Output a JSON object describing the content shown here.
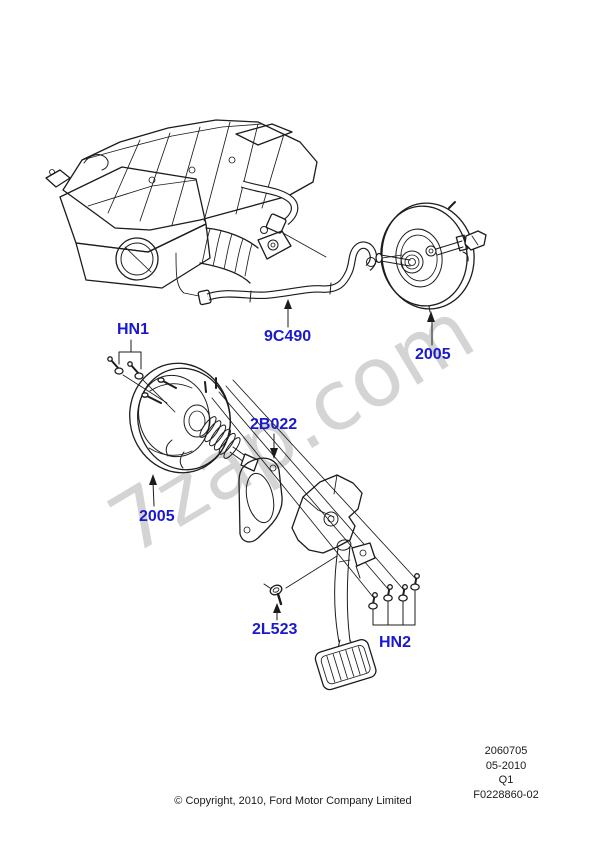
{
  "watermark": {
    "text": "7zap.com"
  },
  "part_labels": [
    {
      "code": "HN1"
    },
    {
      "code": "9C490"
    },
    {
      "code": "2005"
    },
    {
      "code": "2B022"
    },
    {
      "code": "2005"
    },
    {
      "code": "2L523"
    },
    {
      "code": "HN2"
    }
  ],
  "footer": {
    "ref_number": "2060705",
    "date": "05-2010",
    "quarter": "Q1",
    "figure_code": "F0228860-02",
    "copyright": "© Copyright, 2010, Ford Motor Company Limited"
  },
  "colors": {
    "label": "#1a1acc",
    "line": "#1c1c1c",
    "watermark": "#d4d4d4",
    "background": "#ffffff"
  }
}
